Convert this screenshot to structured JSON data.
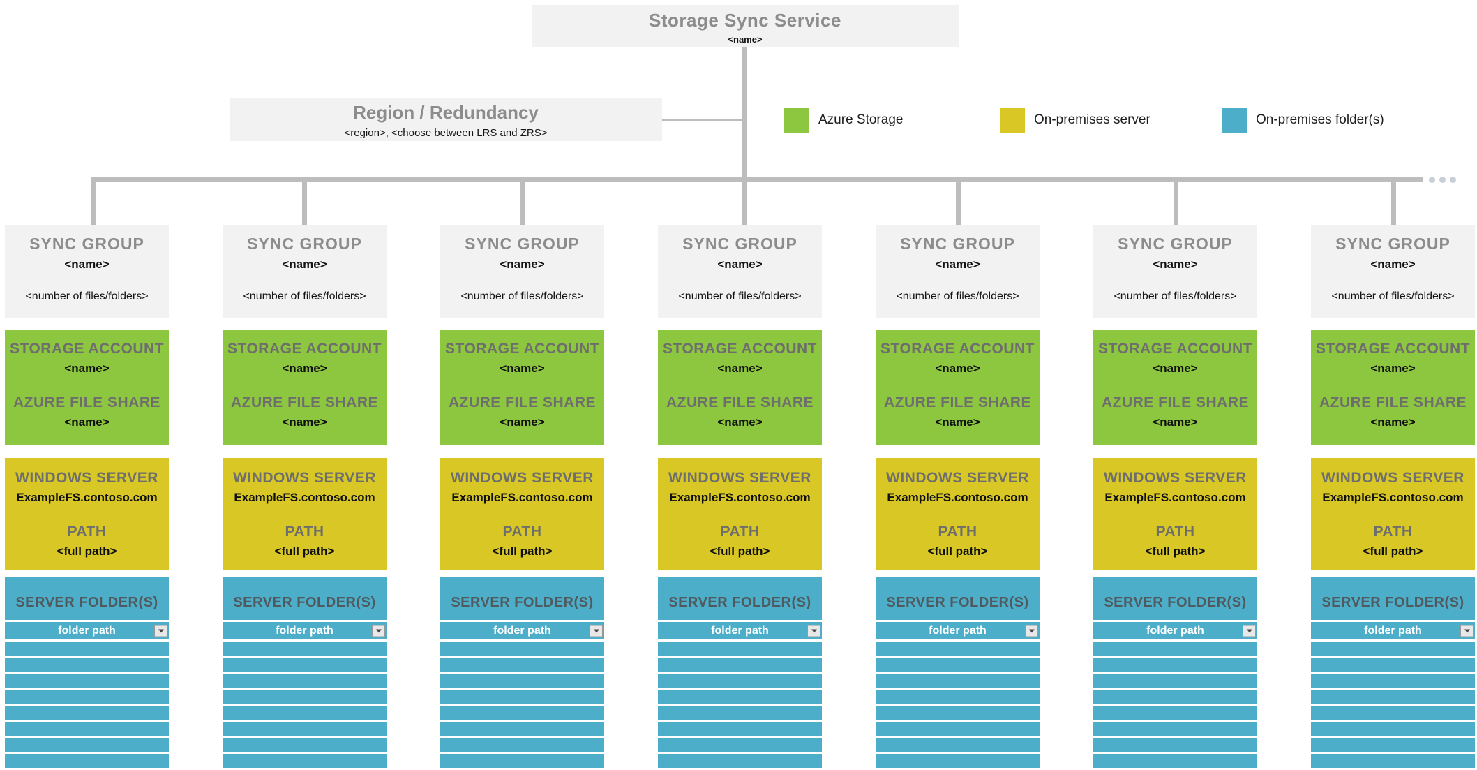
{
  "colors": {
    "azure_green": "#8DC63F",
    "server_yellow": "#D8C724",
    "folder_blue": "#4CAEC9"
  },
  "root_box": {
    "title": "Storage Sync Service",
    "name": "<name>"
  },
  "region_box": {
    "title": "Region / Redundancy",
    "value": "<region>, <choose between LRS and ZRS>"
  },
  "legend": {
    "items": [
      {
        "label": "Azure Storage",
        "color": "#8DC63F"
      },
      {
        "label": "On-premises server",
        "color": "#D8C724"
      },
      {
        "label": "On-premises folder(s)",
        "color": "#4CAEC9"
      }
    ]
  },
  "more_indicator": {
    "dot_count": 3
  },
  "sync_group_count": 7,
  "sync_group": {
    "header": {
      "title": "SYNC GROUP",
      "name": "<name>",
      "files": "<number of files/folders>"
    },
    "storage": {
      "account_label": "STORAGE ACCOUNT",
      "account_name": "<name>",
      "share_label": "AZURE FILE SHARE",
      "share_name": "<name>"
    },
    "server": {
      "label": "WINDOWS SERVER",
      "fqdn": "ExampleFS.contoso.com",
      "path_label": "PATH",
      "path_value": "<full path>"
    },
    "folders": {
      "label": "SERVER FOLDER(S)",
      "selected_value": "folder path",
      "empty_row_count": 8
    }
  }
}
